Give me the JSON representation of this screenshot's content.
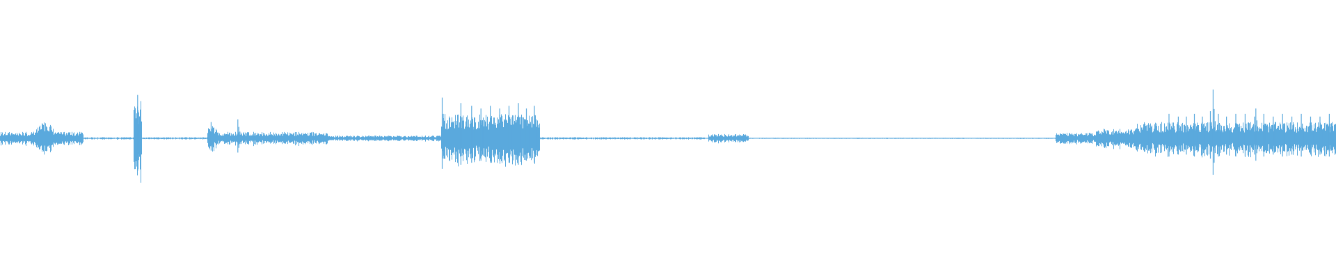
{
  "waveform": {
    "color": "#5aa9dd",
    "baseline_color": "#5aa9dd",
    "background": "#ffffff",
    "peak_amplitude_fraction": 0.075,
    "segments": [
      {
        "start": 0.0,
        "end": 0.027,
        "level": 0.12
      },
      {
        "start": 0.027,
        "end": 0.04,
        "level": 0.3
      },
      {
        "start": 0.04,
        "end": 0.062,
        "level": 0.12
      },
      {
        "start": 0.062,
        "end": 0.1,
        "level": 0.02
      },
      {
        "start": 0.1,
        "end": 0.106,
        "level": 0.75
      },
      {
        "start": 0.106,
        "end": 0.155,
        "level": 0.02
      },
      {
        "start": 0.155,
        "end": 0.162,
        "level": 0.25
      },
      {
        "start": 0.162,
        "end": 0.245,
        "level": 0.12
      },
      {
        "start": 0.245,
        "end": 0.33,
        "level": 0.05
      },
      {
        "start": 0.33,
        "end": 0.404,
        "level": 0.45
      },
      {
        "start": 0.404,
        "end": 0.53,
        "level": 0.02
      },
      {
        "start": 0.53,
        "end": 0.56,
        "level": 0.08
      },
      {
        "start": 0.56,
        "end": 0.79,
        "level": 0.01
      },
      {
        "start": 0.79,
        "end": 0.82,
        "level": 0.1
      },
      {
        "start": 0.82,
        "end": 0.85,
        "level": 0.18
      },
      {
        "start": 0.85,
        "end": 1.0,
        "level": 0.3
      }
    ],
    "spikes": [
      {
        "pos": 0.103,
        "level": 0.8
      },
      {
        "pos": 0.158,
        "level": 0.3
      },
      {
        "pos": 0.178,
        "level": 0.35
      },
      {
        "pos": 0.331,
        "level": 0.75
      },
      {
        "pos": 0.345,
        "level": 0.65
      },
      {
        "pos": 0.353,
        "level": 0.6
      },
      {
        "pos": 0.36,
        "level": 0.55
      },
      {
        "pos": 0.367,
        "level": 0.6
      },
      {
        "pos": 0.374,
        "level": 0.55
      },
      {
        "pos": 0.381,
        "level": 0.6
      },
      {
        "pos": 0.388,
        "level": 0.65
      },
      {
        "pos": 0.394,
        "level": 0.55
      },
      {
        "pos": 0.4,
        "level": 0.6
      },
      {
        "pos": 0.875,
        "level": 0.45
      },
      {
        "pos": 0.882,
        "level": 0.4
      },
      {
        "pos": 0.888,
        "level": 0.4
      },
      {
        "pos": 0.894,
        "level": 0.45
      },
      {
        "pos": 0.9,
        "level": 0.4
      },
      {
        "pos": 0.906,
        "level": 0.5
      },
      {
        "pos": 0.912,
        "level": 0.45
      },
      {
        "pos": 0.918,
        "level": 0.4
      },
      {
        "pos": 0.925,
        "level": 0.45
      },
      {
        "pos": 0.932,
        "level": 0.45
      },
      {
        "pos": 0.939,
        "level": 0.4
      },
      {
        "pos": 0.946,
        "level": 0.45
      },
      {
        "pos": 0.953,
        "level": 0.4
      },
      {
        "pos": 0.96,
        "level": 0.45
      },
      {
        "pos": 0.967,
        "level": 0.4
      },
      {
        "pos": 0.974,
        "level": 0.45
      },
      {
        "pos": 0.981,
        "level": 0.4
      },
      {
        "pos": 0.988,
        "level": 0.4
      },
      {
        "pos": 0.995,
        "level": 0.45
      },
      {
        "pos": 0.86,
        "level": 0.25
      },
      {
        "pos": 0.908,
        "level": 0.9
      },
      {
        "pos": 0.94,
        "level": 0.55
      }
    ]
  }
}
